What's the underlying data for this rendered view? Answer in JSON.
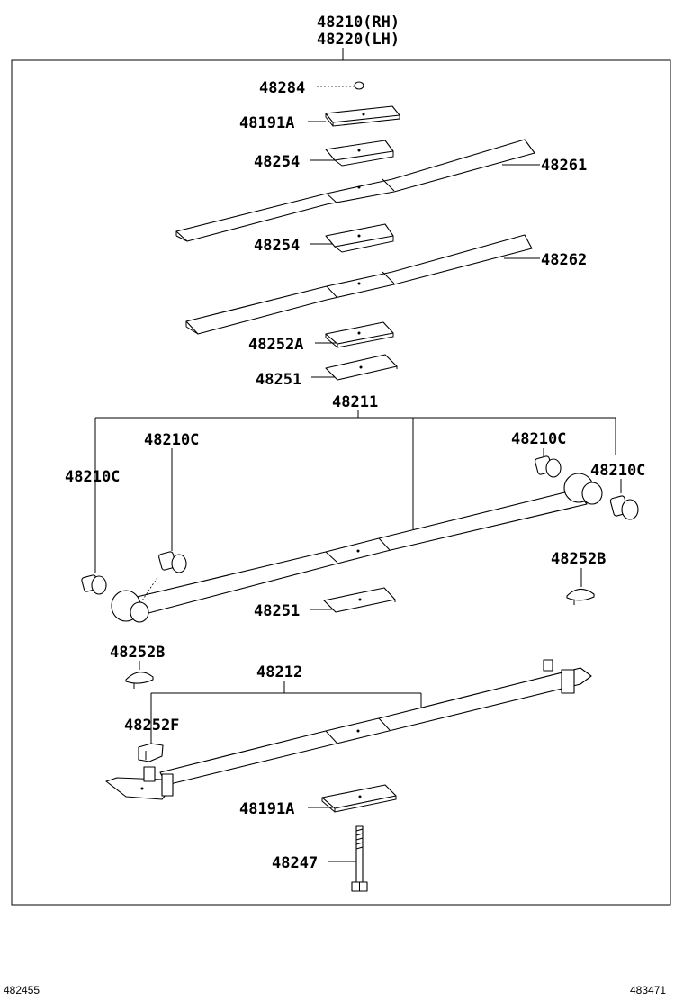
{
  "assembly": {
    "rh_label": "48210(RH)",
    "lh_label": "48220(LH)"
  },
  "parts": {
    "p48284": "48284",
    "p48191a_top": "48191A",
    "p48254_top": "48254",
    "p48261": "48261",
    "p48254_mid": "48254",
    "p48262": "48262",
    "p48252a": "48252A",
    "p48251_top": "48251",
    "p48211": "48211",
    "p48210c_left_upper": "48210C",
    "p48210c_left_outer": "48210C",
    "p48210c_right_upper": "48210C",
    "p48210c_right_outer": "48210C",
    "p48252b_right": "48252B",
    "p48251_low": "48251",
    "p48252b_left": "48252B",
    "p48212": "48212",
    "p48252f": "48252F",
    "p48191a_low": "48191A",
    "p48247": "48247"
  },
  "footer": {
    "left_code": "482455",
    "right_code": "483471"
  }
}
